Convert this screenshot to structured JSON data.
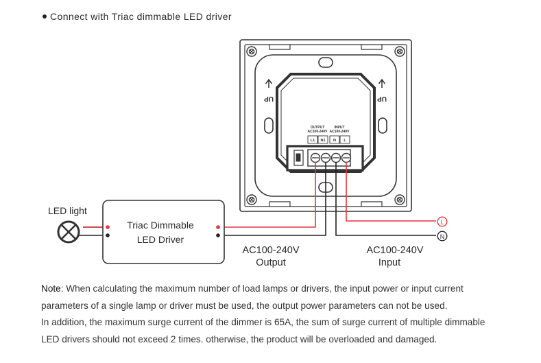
{
  "heading": "Connect with Triac dimmable LED driver",
  "panel": {
    "up_marker": "UP",
    "output_header": "OUTPUT",
    "output_range": "AC100-240V",
    "input_header": "INPUT",
    "input_range": "AC100-240V",
    "terminals": [
      "L1",
      "N1",
      "N",
      "L"
    ]
  },
  "led_light_label": "LED light",
  "driver": {
    "line1": "Triac Dimmable",
    "line2": "LED Driver"
  },
  "output_label": {
    "voltage": "AC100-240V",
    "name": "Output"
  },
  "input_label": {
    "voltage": "AC100-240V",
    "name": "Input"
  },
  "terminal_L": "L",
  "terminal_N": "N",
  "note": {
    "prefix": "Note",
    "line1": ": When calculating the maximum number of load lamps or drivers, the input power or input current",
    "line2": "parameters of a single lamp or driver must be used, the output power parameters can not be used.",
    "line3": "In addition, the maximum surge current of the dimmer is 65A, the sum of surge current of multiple dimmable",
    "line4": "LED drivers should not exceed 2 times. otherwise, the product will be overloaded and damaged."
  },
  "colors": {
    "live_wire": "#e8323c",
    "neutral_wire": "#222222",
    "outline": "#333333"
  }
}
